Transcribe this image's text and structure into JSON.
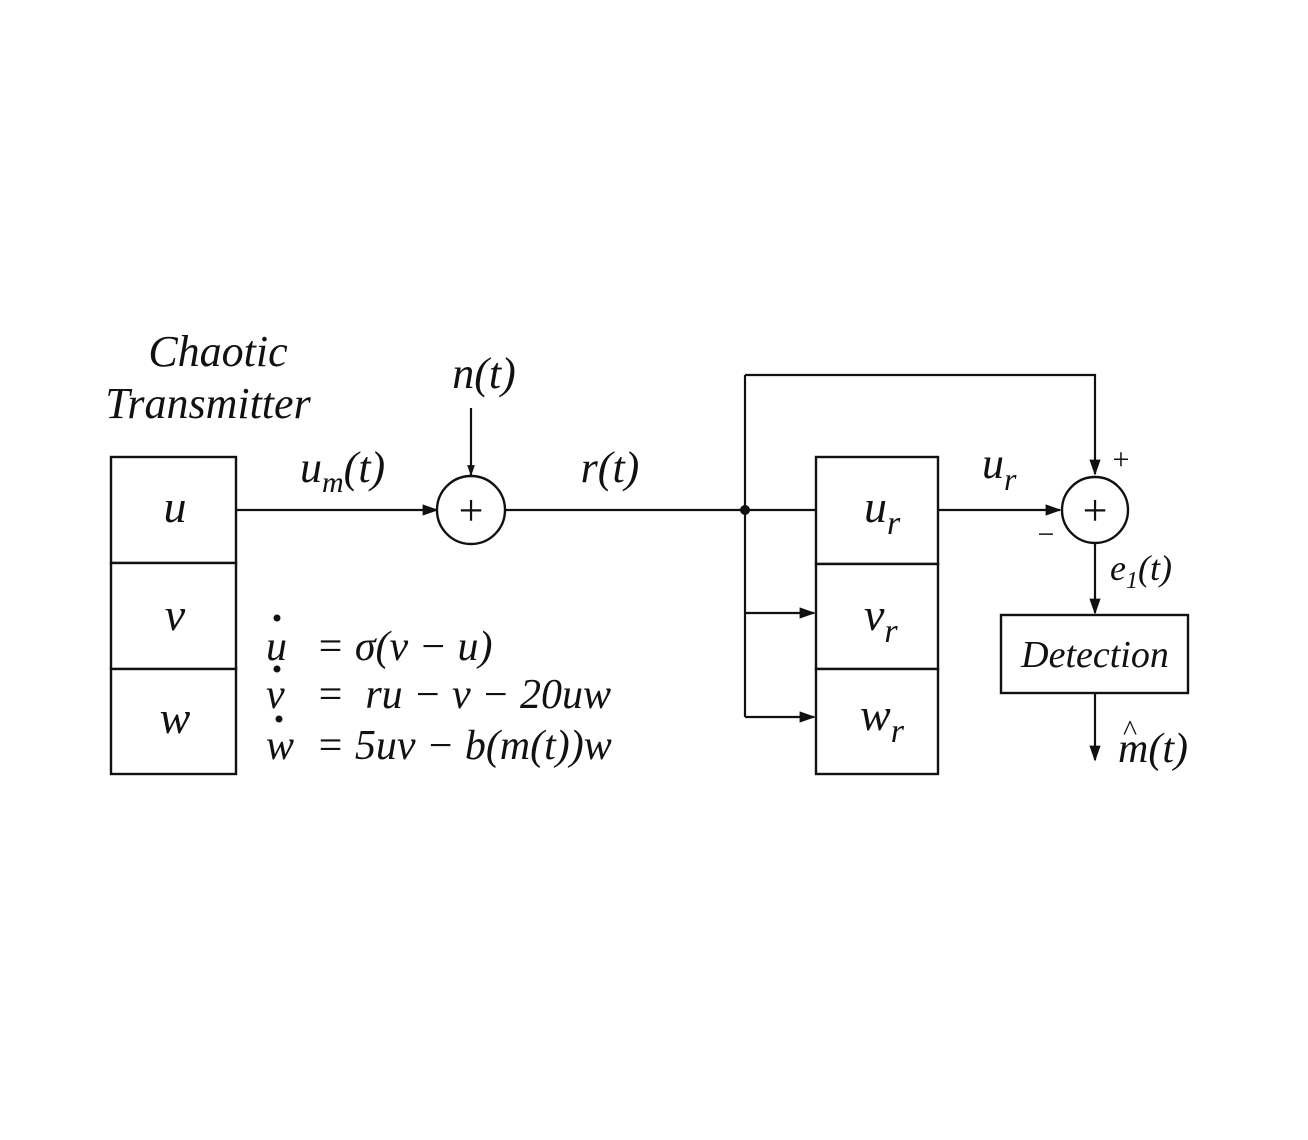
{
  "transmitter": {
    "title_line1": "Chaotic",
    "title_line2": "Transmitter",
    "cells": [
      "u",
      "v",
      "w"
    ]
  },
  "signals": {
    "um_base": "u",
    "um_sub": "m",
    "um_arg": "(t)",
    "noise": "n(t)",
    "received": "r(t)",
    "ur_base": "u",
    "ur_sub": "r",
    "error_base": "e",
    "error_sub": "1",
    "error_arg": "(t)",
    "output_base": "m",
    "output_hat": "^",
    "output_arg": "(t)"
  },
  "adders": {
    "symbol": "+",
    "plus_sign": "+",
    "minus_sign": "−"
  },
  "receiver": {
    "cells": [
      {
        "base": "u",
        "sub": "r"
      },
      {
        "base": "v",
        "sub": "r"
      },
      {
        "base": "w",
        "sub": "r"
      }
    ]
  },
  "detection": {
    "label": "Detection"
  },
  "equations": {
    "eq1_lhs": "u",
    "eq1_rhs": "= σ(v − u)",
    "eq2_lhs": "v",
    "eq2_rhs": "=  ru − v − 20uw",
    "eq3_lhs": "w",
    "eq3_rhs": "= 5uv − b(m(t))w"
  }
}
